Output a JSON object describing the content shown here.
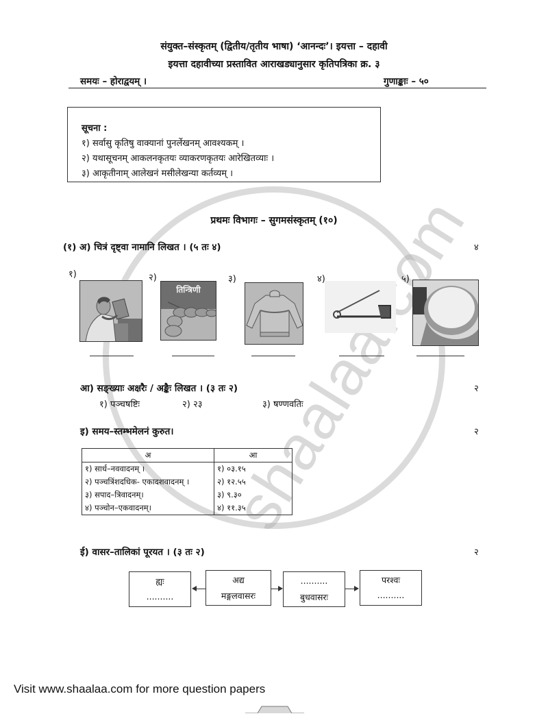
{
  "header": {
    "title_line1": "संयुक्त–संस्कृतम्  (द्वितीय/तृतीय भाषा) ‘आनन्दः’। इयत्ता – दहावी",
    "title_line2": "इयत्ता दहावीच्या प्रस्तावित आराखड्यानुसार कृतिपत्रिका क्र. ३",
    "time": "समयः – होराद्वयम् ।",
    "marks": "गुणाङ्काः – ५०"
  },
  "instructions": {
    "title": "सूचना :",
    "items": [
      "१) सर्वासु कृतिषु वाक्यानां पुनर्लेखनम् आवश्यकम् ।",
      "२) यथासूचनम् आकलनकृतयः व्याकरणकृतयः आरेखितव्याः ।",
      "३) आकृतीनाम् आलेखनं मसीलेखन्या कर्तव्यम् ।"
    ]
  },
  "section": {
    "title": "प्रथमः विभागः – सुगमसंस्कृतम् (१०)"
  },
  "q1a": {
    "prompt": "(१) अ) चित्रं दृष्ट्वा नामानि लिखत । (५ तः ४)",
    "marks": "४",
    "pictures": [
      {
        "num": "१)",
        "subject": "man-reading-book"
      },
      {
        "num": "२)",
        "subject": "tamarind",
        "caption": "तिन्त्रिणी"
      },
      {
        "num": "३)",
        "subject": "sweater"
      },
      {
        "num": "४)",
        "subject": "safety-pin"
      },
      {
        "num": "५)",
        "subject": "bowl-of-rice"
      }
    ]
  },
  "q1b": {
    "prompt": "आ) सङ्ख्याः अक्षरैः / अङ्कैः लिखत । (३ तः २)",
    "marks": "२",
    "items": [
      "१) पञ्चषष्टिः",
      "२) २३",
      "३) षण्णवतिः"
    ]
  },
  "q1c": {
    "prompt": "इ) समय–स्तम्भमेलनं कुरुत।",
    "marks": "२",
    "table": {
      "headers": [
        "अ",
        "आ"
      ],
      "rows": [
        [
          "१) सार्ध–नववादनम् ।",
          "१) ०३.१५"
        ],
        [
          "२) पञ्चत्रिंशदधिक- एकादशवादनम् ।",
          "२) १२.५५"
        ],
        [
          "३) सपाद–त्रिवादनम्।",
          "३) ९.३०"
        ],
        [
          "४) पञ्चोन–एकवादनम्।",
          "४) ११.३५"
        ]
      ]
    }
  },
  "q1d": {
    "prompt": "ई) वासर–तालिकां पूरयत । (३ तः २)",
    "marks": "२",
    "boxes": [
      {
        "top": "ह्यः",
        "bottom": ".........."
      },
      {
        "top": "अद्य",
        "bottom": "मङ्गलवासरः"
      },
      {
        "top": "..........",
        "bottom": "बुधवासरः"
      },
      {
        "top": "परश्वः",
        "bottom": ".........."
      }
    ]
  },
  "footer": {
    "text": "Visit www.shaalaa.com for more question papers"
  },
  "watermark": {
    "text": "shaalaa.com"
  }
}
